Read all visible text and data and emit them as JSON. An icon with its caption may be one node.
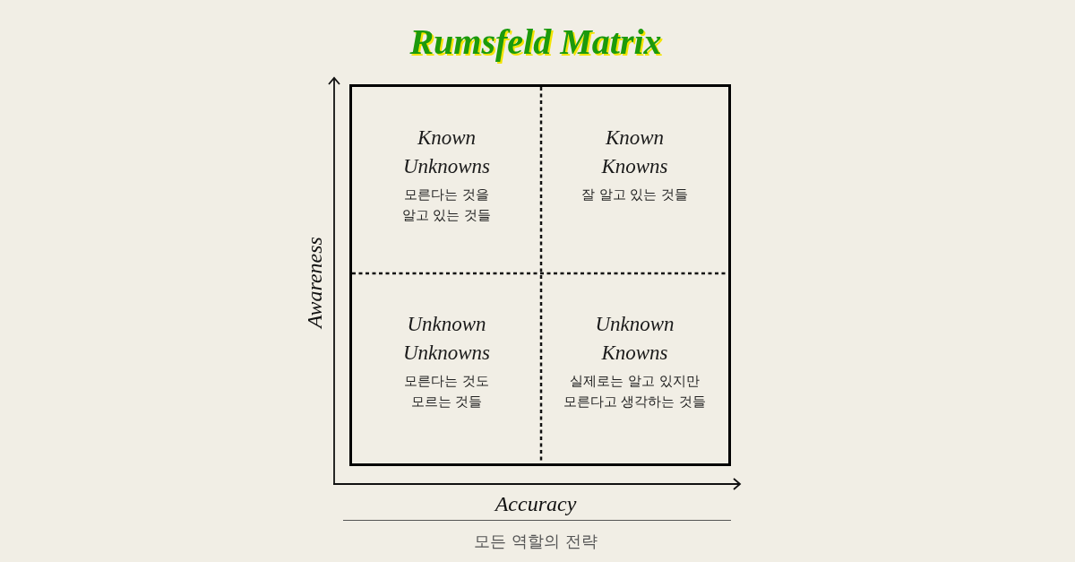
{
  "diagram": {
    "title": "Rumsfeld Matrix",
    "nodes": [
      {
        "text": [],
        "shape": "box"
      },
      {
        "text": [
          "Known Unknowns",
          "모른다는 것을 알고 있는 것들"
        ],
        "in": 0
      },
      {
        "text": [
          "Known Knowns",
          "잘 알고 있는 것들"
        ],
        "in": 0
      },
      {
        "text": [
          "Unknown Unknowns",
          "모른다는 것도 모르는 것들"
        ],
        "in": 0
      },
      {
        "text": [
          "Unknown Knowns",
          "실제로는 알고 있지만 모른다고 생각하는 것들"
        ],
        "in": 0
      }
    ],
    "labels": [
      "Awareness",
      "Accuracy"
    ],
    "caption": "모든 역할의 전략"
  }
}
